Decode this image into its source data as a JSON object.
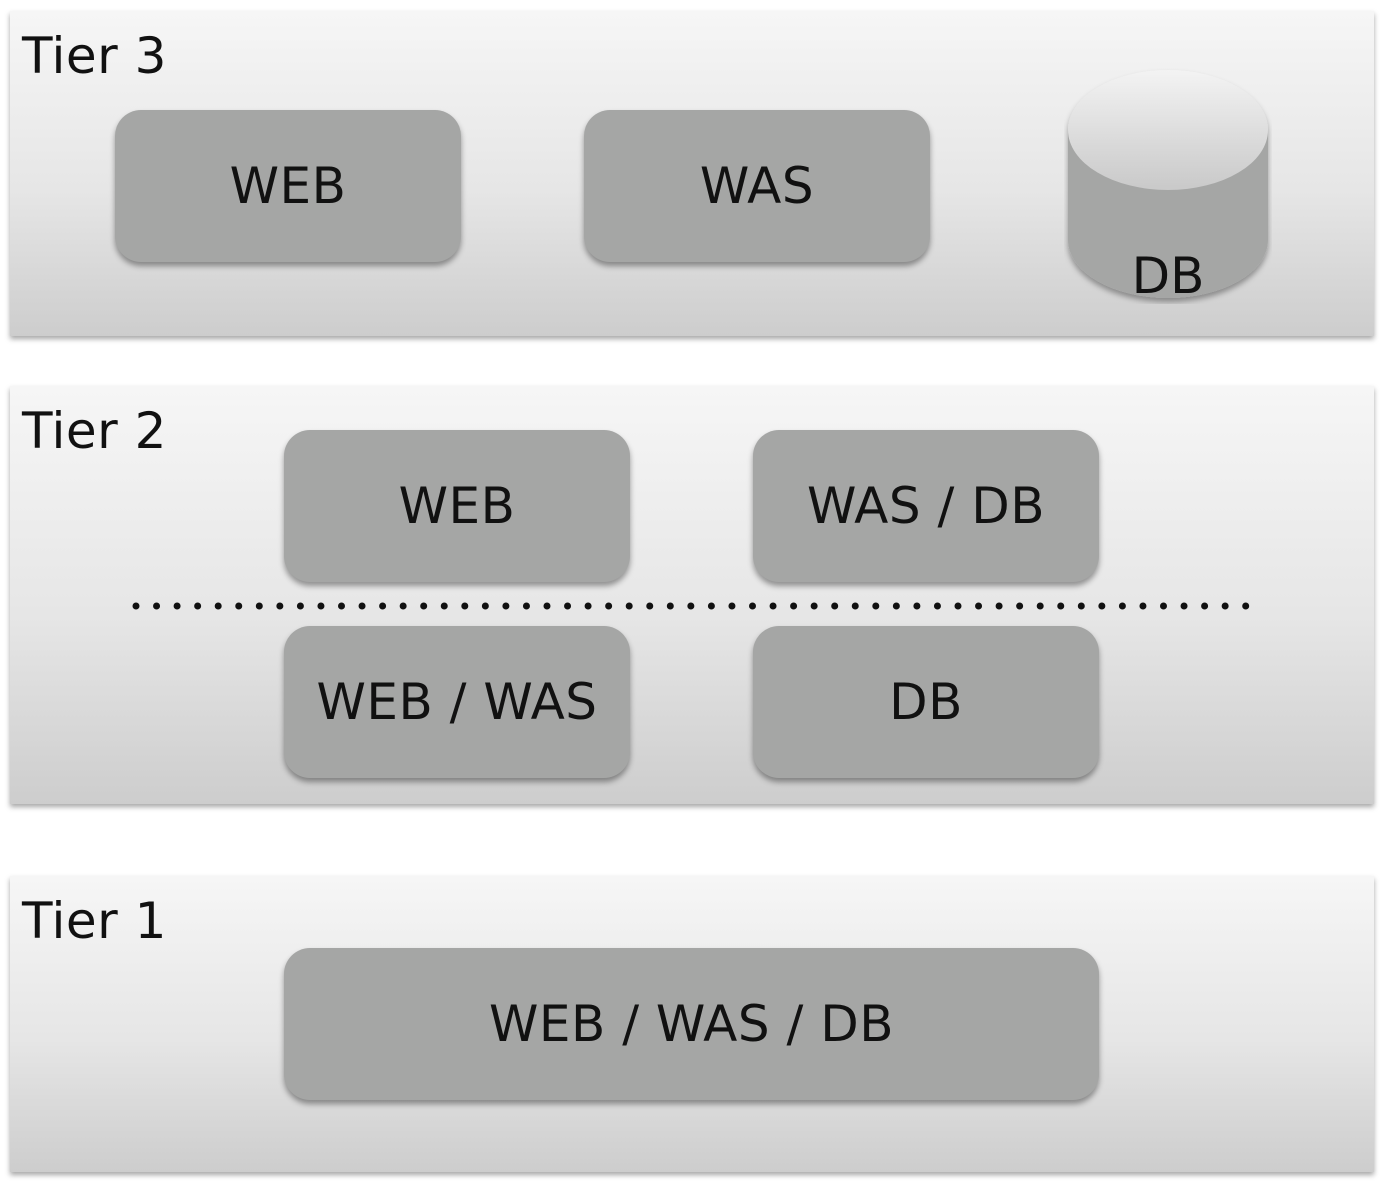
{
  "tiers": {
    "tier3": {
      "title": "Tier 3",
      "web": "WEB",
      "was": "WAS",
      "db": "DB"
    },
    "tier2": {
      "title": "Tier 2",
      "config_a": {
        "left": "WEB",
        "right": "WAS / DB"
      },
      "config_b": {
        "left": "WEB / WAS",
        "right": "DB"
      }
    },
    "tier1": {
      "title": "Tier 1",
      "all": "WEB / WAS / DB"
    }
  },
  "colors": {
    "box_fill": "#a5a6a5",
    "panel_top": "#f6f6f6",
    "panel_bottom": "#cdcdcd",
    "text": "#111111"
  },
  "icons": {
    "database": "db-cylinder-icon"
  }
}
